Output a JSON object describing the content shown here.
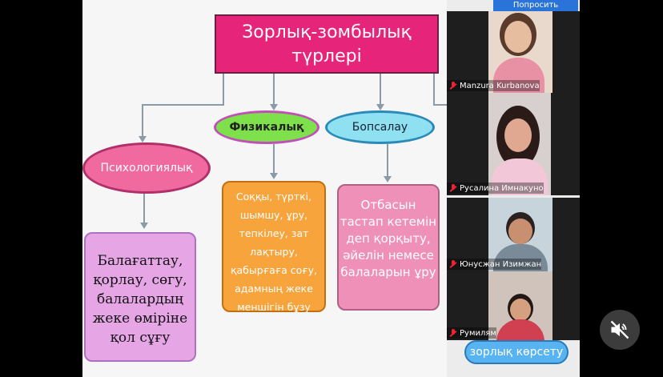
{
  "slide": {
    "title": "Зорлық-зомбылық түрлері",
    "categories": {
      "psychological": "Психологиялық",
      "physical": "Физикалық",
      "blackmail": "Бопсалау"
    },
    "details": {
      "psychological": "Балағаттау, қорлау, сөгу, балалардың жеке өміріне қол сұғу",
      "physical": "Соққы, түрткі, шымшу, ұру, тепкілеу, зат лақтыру, қабырғаға соғу, адамның жеке меншігін бұзу",
      "blackmail": "Отбасын тастап кетемін деп қорқыту, әйелін немесе балаларын ұру"
    },
    "bottom_pill": "зорлық көрсету"
  },
  "conference": {
    "ask_button": "Попросить включить",
    "participants": [
      {
        "name": "Manzura Kurbanova"
      },
      {
        "name": "Русалина Имнакуно"
      },
      {
        "name": "Юнусжан Изимжан"
      },
      {
        "name": "Румилям"
      }
    ]
  },
  "icons": {
    "mute": "mute-speaker-icon",
    "mic": "mic-muted-icon"
  },
  "colors": {
    "title_bg": "#e5247a",
    "physical_bg": "#f8a43c",
    "blackmail_bg": "#ef90b8",
    "psych_bg": "#e6a6e6",
    "ask_button_bg": "#2a73d8"
  }
}
